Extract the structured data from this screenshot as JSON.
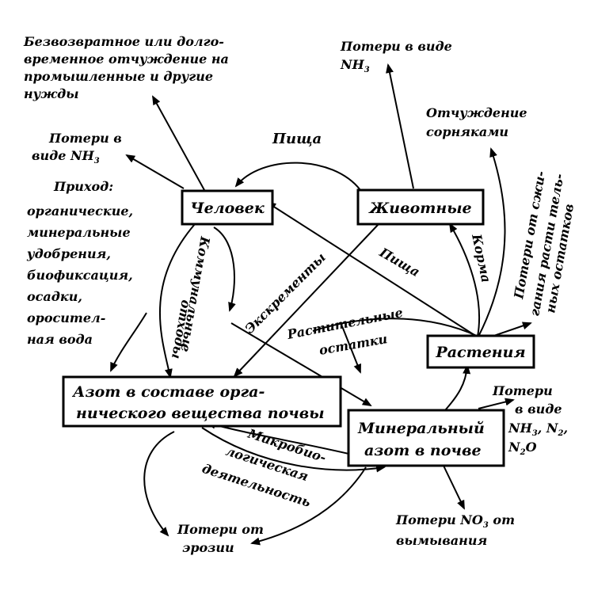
{
  "nodes": {
    "chelovek": "Человек",
    "zhivotnye": "Животные",
    "rasteniya": "Растения",
    "azot_organic_line1": "Азот в составе орга-",
    "azot_organic_line2": "нического вещества почвы",
    "mineral_line1": "Минеральный",
    "mineral_line2": "азот в почве"
  },
  "labels": {
    "bezvozvratnoe": [
      "Безвозвратное или долго-",
      "временное отчуждение на",
      "промышленные и другие",
      "нужды"
    ],
    "poteri_nh3_top_line1": "Потери в виде",
    "poteri_nh3_top_line2": "NH",
    "poteri_nh3_top_sub": "3",
    "poteri_nh3_left_line1": "Потери в",
    "poteri_nh3_left_line2": "виде NH",
    "poteri_nh3_left_sub": "3",
    "otchuzhdenie": [
      "Отчуждение",
      "сорняками"
    ],
    "pishcha_top": "Пища",
    "pishcha_diag": "Пища",
    "korma": "Корма",
    "prikhod": [
      "Приход:",
      "органические,",
      "минеральные",
      "удобрения,",
      "биофиксация,",
      "осадки,",
      "оросител-",
      "ная вода"
    ],
    "kommunalnye_line1": "Коммунальные",
    "kommunalnye_line2": "отходы",
    "ekskrementy": "Экскременты",
    "rastitelnye_line1": "Растительные",
    "rastitelnye_line2": "остатки",
    "poteri_sgoraniya": [
      "Потери от сжи-",
      "гания расти тель-",
      "ных остатков"
    ],
    "poteri_nh3_n2_line1": "Потери",
    "poteri_nh3_n2_line2": "в виде",
    "poteri_nh3_n2_line3_a": "NH",
    "poteri_nh3_n2_line3_s1": "3",
    "poteri_nh3_n2_line3_b": ", N",
    "poteri_nh3_n2_line3_s2": "2",
    "poteri_nh3_n2_line3_c": ",",
    "poteri_nh3_n2_line4_a": "N",
    "poteri_nh3_n2_line4_s": "2",
    "poteri_nh3_n2_line4_b": "O",
    "mikrobio": [
      "Микробио-",
      "логическая",
      "деятельность"
    ],
    "poteri_erozii_line1": "Потери от",
    "poteri_erozii_line2": "эрозии",
    "poteri_no3_line1_a": "Потери NO",
    "poteri_no3_line1_s": "3",
    "poteri_no3_line1_b": " от",
    "poteri_no3_line2": "вымывания"
  }
}
